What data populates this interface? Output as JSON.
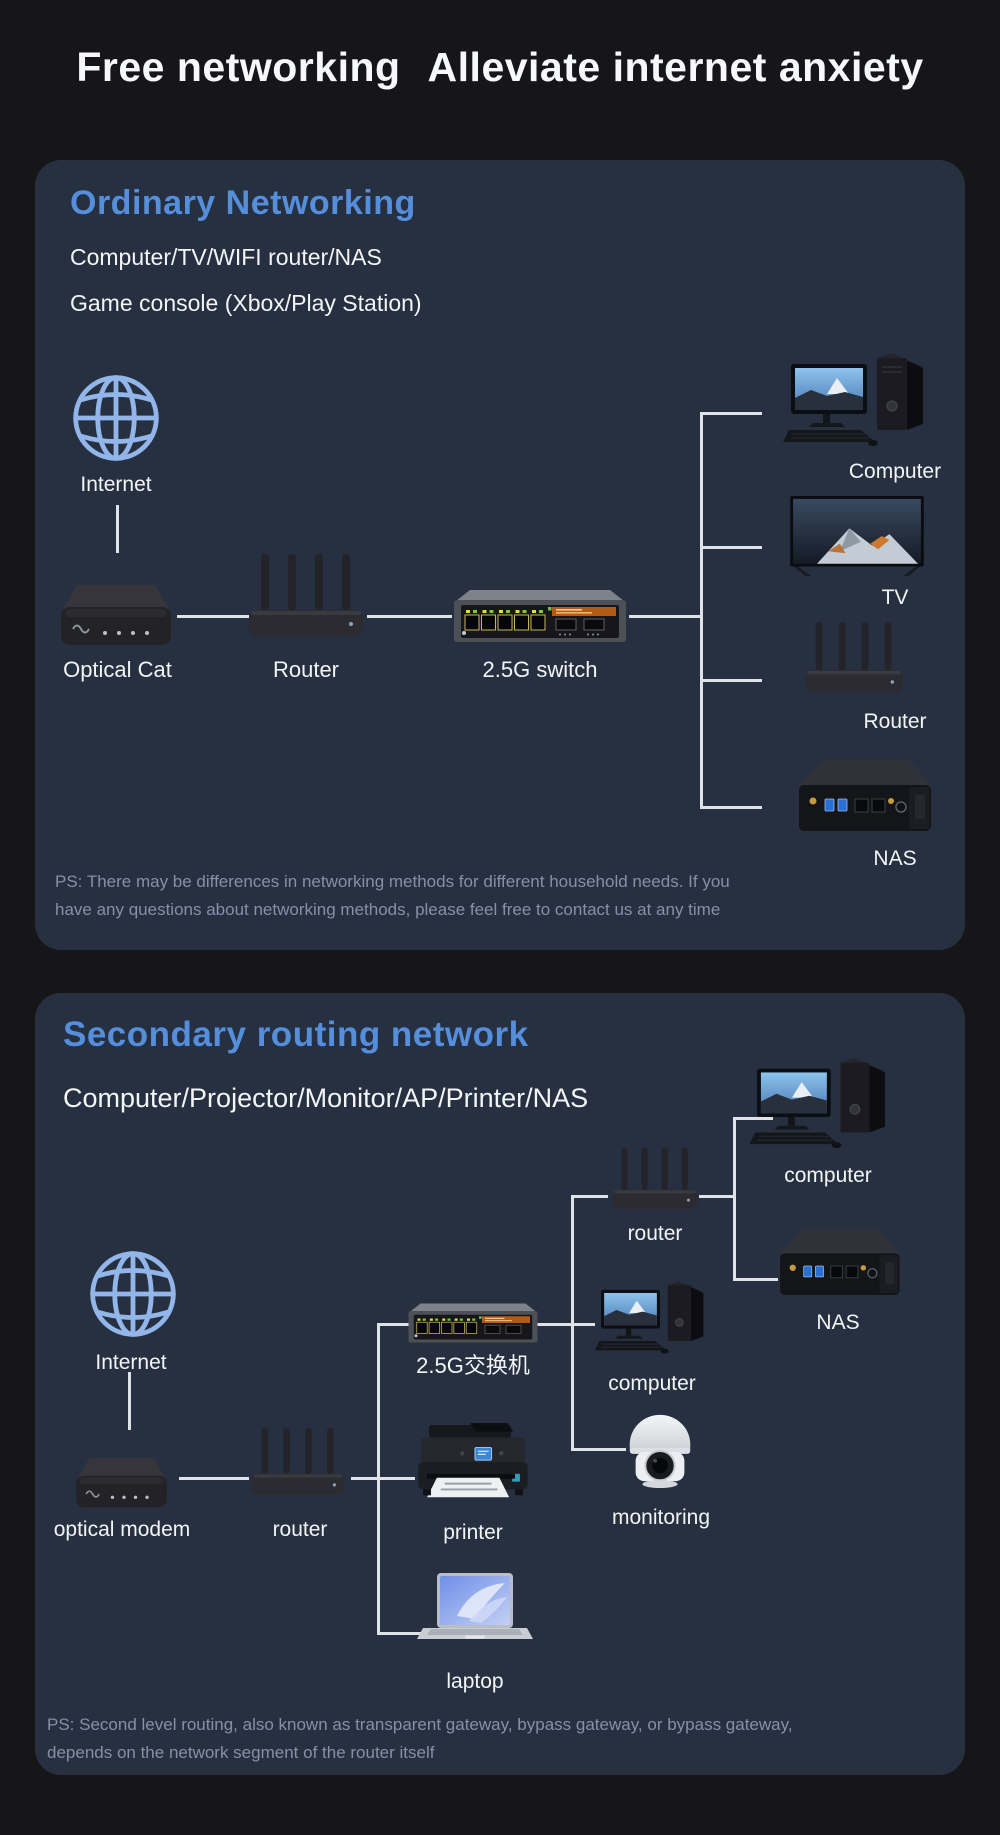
{
  "title": {
    "part1": "Free networking",
    "part2": "Alleviate internet anxiety"
  },
  "panel1": {
    "heading": "Ordinary Networking",
    "subtitle1": "Computer/TV/WIFI router/NAS",
    "subtitle2": "Game console (Xbox/Play Station)",
    "labels": {
      "internet": "Internet",
      "optical_cat": "Optical Cat",
      "router": "Router",
      "switch": "2.5G switch",
      "computer": "Computer",
      "tv": "TV",
      "router2": "Router",
      "nas": "NAS"
    },
    "ps_line1": "PS: There may be differences in networking methods for different household needs. If you",
    "ps_line2": "have any questions about networking methods, please feel free to contact us at any time"
  },
  "panel2": {
    "heading": "Secondary routing network",
    "subtitle1": "Computer/Projector/Monitor/AP/Printer/NAS",
    "labels": {
      "computer_top": "computer",
      "router_upper": "router",
      "nas": "NAS",
      "internet": "Internet",
      "optical_modem": "optical modem",
      "router_main": "router",
      "switch": "2.5G交换机",
      "computer_mid": "computer",
      "monitoring": "monitoring",
      "printer": "printer",
      "laptop": "laptop"
    },
    "ps_line1": "PS: Second level routing, also known as transparent gateway, bypass gateway, or bypass gateway,",
    "ps_line2": "depends on the network segment of the router itself"
  },
  "colors": {
    "page_bg": "#161619",
    "panel_bg": "#273040",
    "accent_blue": "#558edb",
    "globe_blue": "#93b6ea",
    "line": "#dfe3e7",
    "ps_text": "#8590aa"
  }
}
